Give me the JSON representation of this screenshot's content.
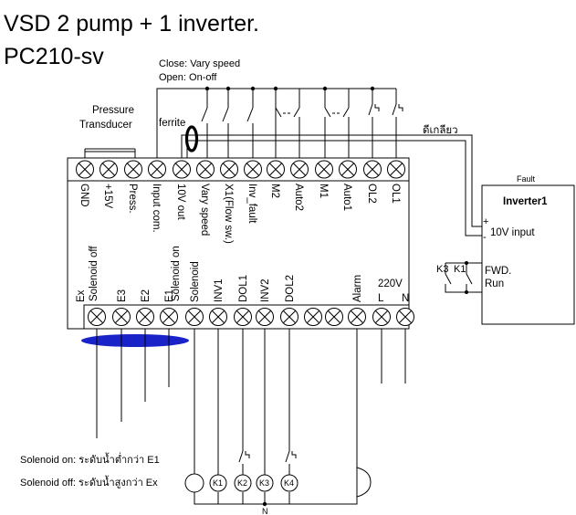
{
  "title_line1": "VSD 2 pump + 1 inverter.",
  "title_line2": "PC210-sv",
  "switch_note_close": "Close: Vary speed",
  "switch_note_open": "Open: On-off",
  "pressure_label_1": "Pressure",
  "pressure_label_2": "Transducer",
  "ferrite_label": "ferrite",
  "twisted_label": "ดีเกลียว",
  "top_terminals": [
    "GND",
    "+15V",
    "Press.",
    "Input com.",
    "10V out",
    "Vary speed",
    "X1(Flow sw.)",
    "Inv_fault",
    "M2",
    "Auto2",
    "M1",
    "Auto1",
    "OL2",
    "OL1"
  ],
  "bottom_terminals": [
    "Ex",
    "E3",
    "E2",
    "E1",
    "Solenoid",
    "INV1",
    "DOL1",
    "INV2",
    "DOL2",
    "",
    "",
    "Alarm",
    "L",
    "N"
  ],
  "solenoid_off_label": "Solenoid off",
  "solenoid_on_label": "Solenoid on",
  "supply_label": "220V",
  "inverter": {
    "fault_label": "Fault",
    "name": "Inverter1",
    "plus": "+",
    "minus": "-",
    "input_label": "10V input",
    "k3": "K3",
    "k1": "K1",
    "fwd_label": "FWD.",
    "run_label": "Run"
  },
  "coils": [
    "K1",
    "K2",
    "K3",
    "K4"
  ],
  "neutral_label": "N",
  "note_on": "Solenoid on: ระดับน้ำต่ำกว่า E1",
  "note_off": "Solenoid off: ระดับน้ำสูงกว่า Ex"
}
